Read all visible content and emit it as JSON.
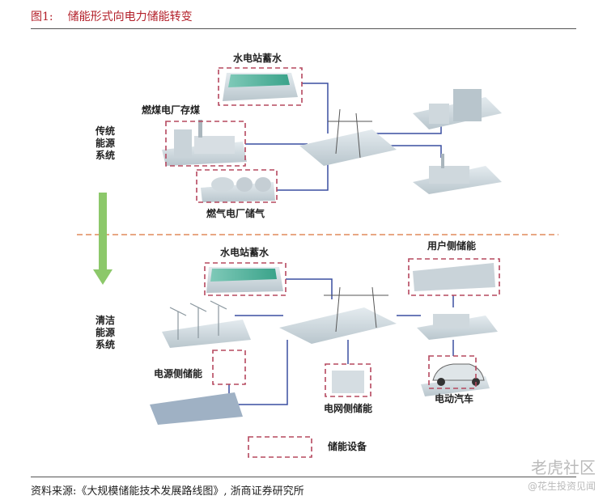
{
  "title": {
    "number": "图1:",
    "text": "储能形式向电力储能转变"
  },
  "traditional": {
    "system_label": [
      "传统",
      "能源",
      "系统"
    ],
    "hydro": "水电站蓄水",
    "coal": "燃煤电厂存煤",
    "gas": "燃气电厂储气"
  },
  "clean": {
    "system_label": [
      "清洁",
      "能源",
      "系统"
    ],
    "hydro": "水电站蓄水",
    "user_side": "用户侧储能",
    "source_side": "电源侧储能",
    "grid_side": "电网侧储能",
    "ev": "电动汽车"
  },
  "legend": {
    "label": "储能设备"
  },
  "source": "资料来源:《大规模储能技术发展路线图》, 浙商证券研究所",
  "watermark": {
    "brand": "老虎社区",
    "handle": "@花生投资见闻"
  },
  "colors": {
    "title": "#b3202a",
    "dashed_box": "#b5485f",
    "link": "#3a4fa0",
    "arrow": "#8cc86a",
    "divider": "#e08a5a"
  }
}
